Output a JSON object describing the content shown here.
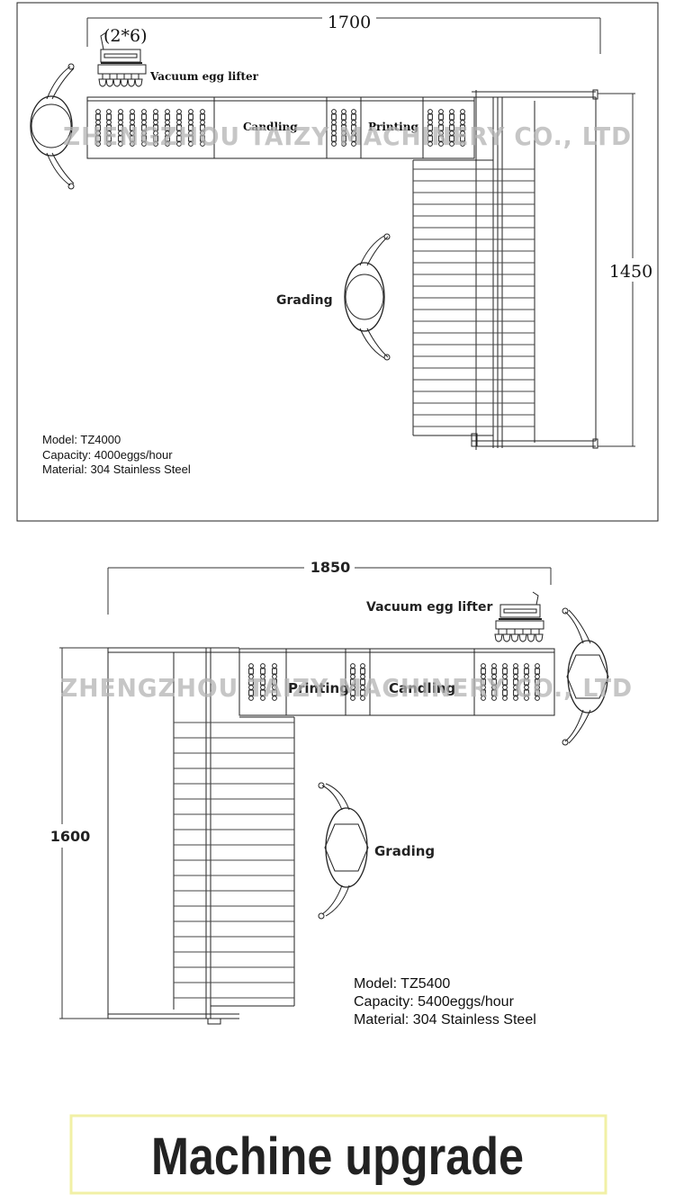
{
  "top_diagram": {
    "width_dim": "1700",
    "height_dim": "1450",
    "lifter_grid": "(2*6)",
    "vacuum_label": "Vacuum egg lifter",
    "candling_label": "Candling",
    "printing_label": "Printing",
    "grading_label": "Grading",
    "info": {
      "model": "Model: TZ4000",
      "capacity": "Capacity: 4000eggs/hour",
      "material": "Material: 304 Stainless Steel"
    }
  },
  "bottom_diagram": {
    "width_dim": "1850",
    "height_dim": "1600",
    "vacuum_label": "Vacuum  egg lifter",
    "printing_label": "Printing",
    "candling_label": "Candling",
    "grading_label": "Grading",
    "info": {
      "model": "Model: TZ5400",
      "capacity": "Capacity: 5400eggs/hour",
      "material": "Material: 304 Stainless Steel"
    }
  },
  "watermark": "ZHENGZHOU TAIZY MACHINERY CO., LTD",
  "banner": {
    "text": "Machine upgrade",
    "border_color": "#f1f0a6"
  }
}
